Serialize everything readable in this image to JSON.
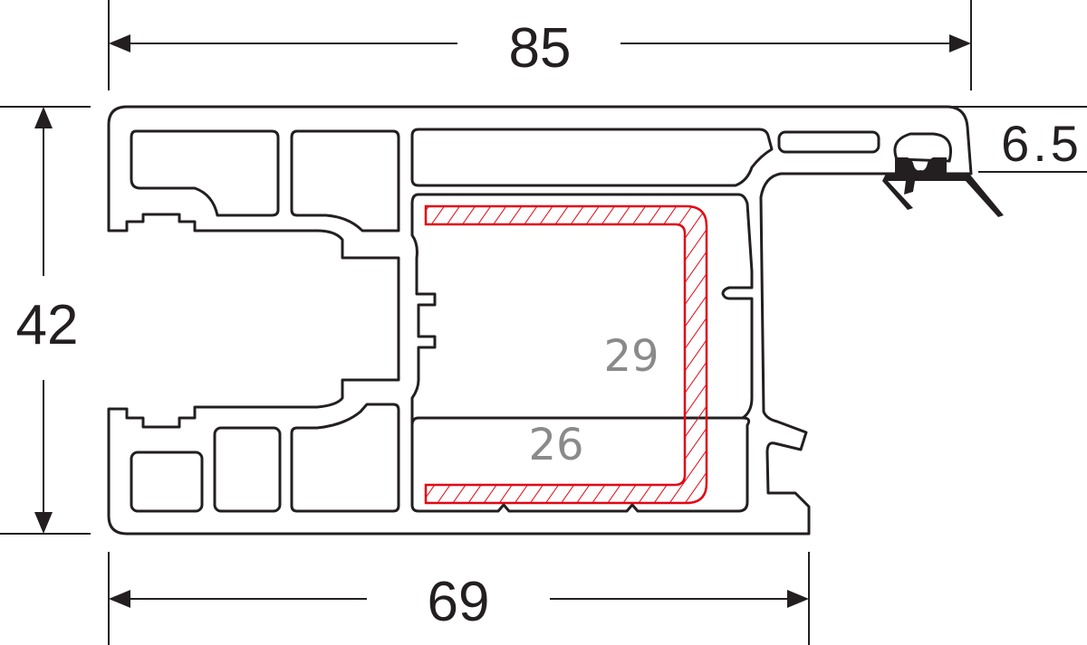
{
  "title": "Window frame profile cross-section",
  "dimensions": {
    "overall_width": "85",
    "height": "42",
    "base_width": "69",
    "seal_height": "6.5",
    "reinforcement_height": "29",
    "reinforcement_width": "26"
  },
  "colors": {
    "outline": "#231f20",
    "reinforcement": "#e30613",
    "inner_labels": "#8a8a8a"
  }
}
